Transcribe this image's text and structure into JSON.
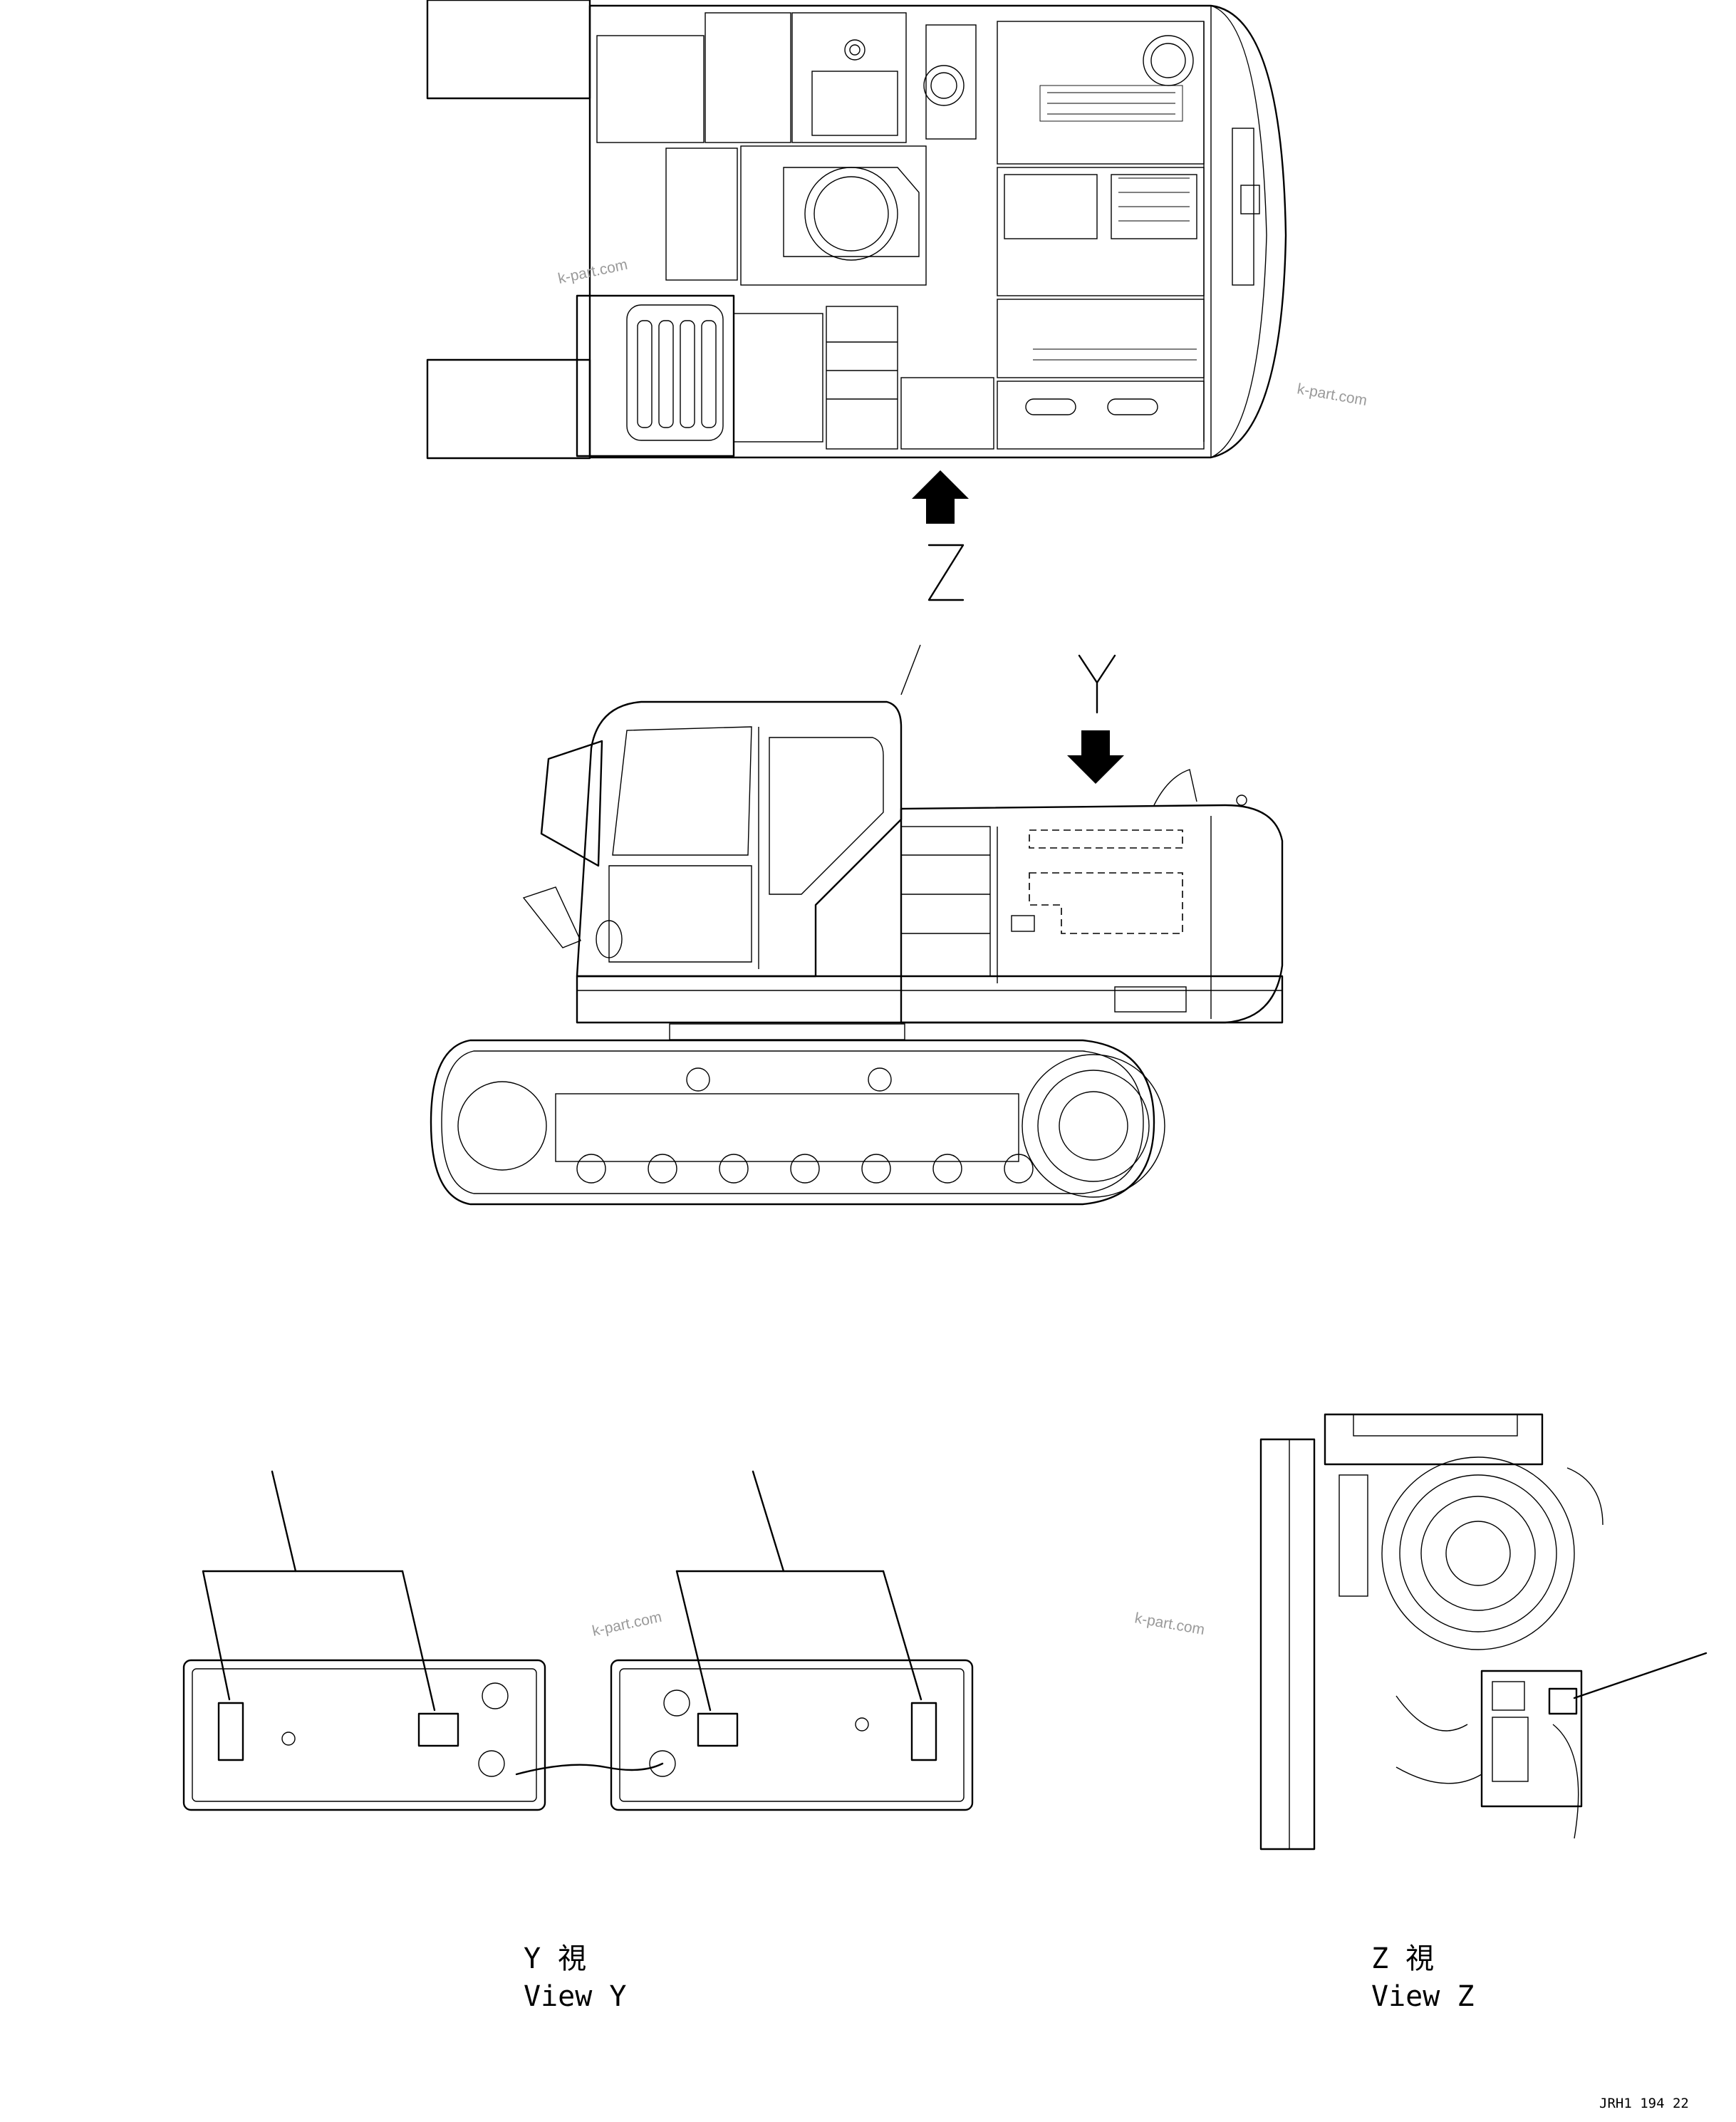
{
  "callouts": {
    "arrow_z": "Z",
    "arrow_y": "Y"
  },
  "views": {
    "y_kanji": "Y 視",
    "y_english": "View Y",
    "z_kanji": "Z 視",
    "z_english": "View Z"
  },
  "watermark": "k-part.com",
  "drawing_code": "JRH1 194 22"
}
